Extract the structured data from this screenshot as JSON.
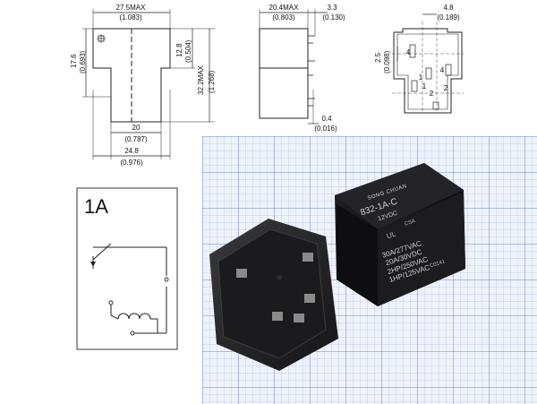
{
  "front_view": {
    "width_max": "27.5MAX",
    "width_max_in": "(1.083)",
    "height_left": "17.6",
    "height_left_in": "(0.693)",
    "height_right_upper": "12.8",
    "height_right_upper_in": "(0.504)",
    "height_right_total": "32.2MAX",
    "height_right_total_in": "(1.268)",
    "bottom_inner": "20",
    "bottom_inner_in": "(0.787)",
    "bottom_outer": "24.8",
    "bottom_outer_in": "(0.976)"
  },
  "side_view": {
    "width_max": "20.4MAX",
    "width_max_in": "(0.803)",
    "pin_offset": "3.3",
    "pin_offset_in": "(0.130)",
    "pin_thickness": "0.4",
    "pin_thickness_in": "(0.016)"
  },
  "bottom_view": {
    "pitch_h": "4.8",
    "pitch_h_in": "(0.189)",
    "pitch_v": "2.5",
    "pitch_v_in": "(0.098)",
    "pin_labels": [
      "4",
      "1",
      "2",
      "4",
      "1",
      "2"
    ]
  },
  "schematic": {
    "label": "1A"
  },
  "photo": {
    "brand": "SONG CHUAN",
    "model": "832-1A-C",
    "voltage": "12VDC",
    "rating_lines": [
      "30A/277VAC",
      "20A/30VDC",
      "2HP/250VAC",
      "1HP/125VAC"
    ],
    "code": "C0141",
    "ul_mark": "UL",
    "csa_mark": "CSA"
  }
}
